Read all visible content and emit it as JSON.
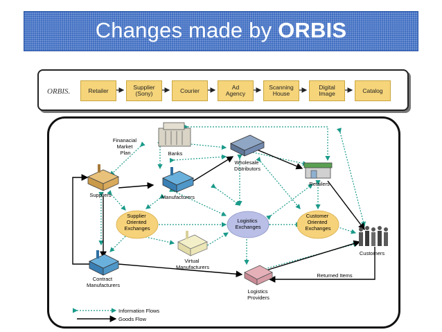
{
  "title": {
    "prefix": "Changes made by ",
    "bold": "ORBIS"
  },
  "orbis_flow": {
    "logo": "ORBIS.",
    "steps": [
      "Retailer",
      "Supplier\n(Sony)",
      "Courier",
      "Ad\nAgency",
      "Scanning\nHouse",
      "Digital\nImage",
      "Catalog"
    ]
  },
  "diagram": {
    "nodes": {
      "financial_market_plan": [
        "Finanacial",
        "Market",
        "Plan"
      ],
      "banks": "Banks",
      "wholesale": [
        "Wholesale",
        "Distributors"
      ],
      "retailers": "Retailers",
      "suppliers": "Suppliers",
      "manufacturers": "Manufacturers",
      "supplier_exchanges": [
        "Supplier",
        "Oriented",
        "Exchanges"
      ],
      "logistics_exchanges": [
        "Logistics",
        "Exchanges"
      ],
      "customer_exchanges": [
        "Customer",
        "Oriented",
        "Exchanges"
      ],
      "customers": "Customers",
      "virtual": [
        "Virtual",
        "Manufacturers"
      ],
      "contract": [
        "Contract",
        "Manufacturers"
      ],
      "logistics_providers": [
        "Logistics",
        "Providers"
      ],
      "returned_items": "Returned Items"
    },
    "legend": {
      "info": "Information Flows",
      "goods": "Goods Flow"
    },
    "colors": {
      "info_flow": "#1a9a8a",
      "goods_flow": "#000000",
      "exchange_fill": "#f6d27a",
      "logistics_fill": "#b9bfe6"
    }
  }
}
